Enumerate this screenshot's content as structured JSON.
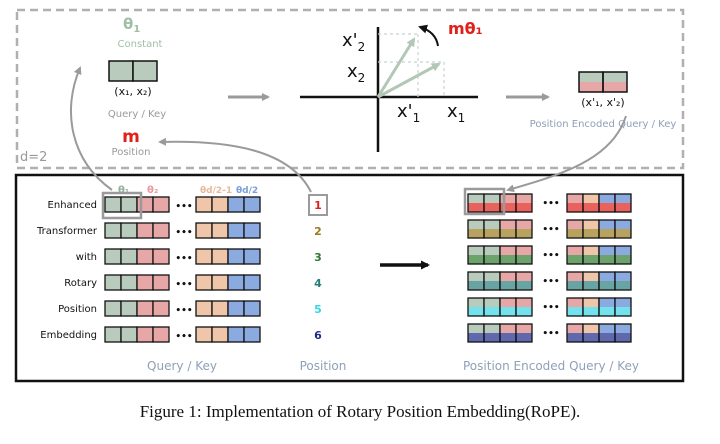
{
  "top_panel": {
    "d_label": "d=2",
    "theta_symbol": "θ",
    "theta_sub": "1",
    "constant_label": "Constant",
    "pair_label": "(x₁, x₂)",
    "query_key_label": "Query / Key",
    "m_symbol": "m",
    "position_label": "Position",
    "rotation_label": "mθ₁",
    "axis_labels": {
      "x1": "x",
      "x1_sub": "1",
      "x2": "x",
      "x2_sub": "2",
      "x1p": "x'",
      "x1p_sub": "1",
      "x2p": "x'",
      "x2p_sub": "2"
    },
    "encoded_pair_label": "(x'₁, x'₂)",
    "encoded_label": "Position Encoded Query / Key"
  },
  "bottom_panel": {
    "tokens": [
      "Enhanced",
      "Transformer",
      "with",
      "Rotary",
      "Position",
      "Embedding"
    ],
    "positions": [
      "1",
      "2",
      "3",
      "4",
      "5",
      "6"
    ],
    "position_colors": [
      "#e0201a",
      "#9a7b1c",
      "#2d7a2d",
      "#2a7d7d",
      "#39d6e6",
      "#1d2a8a"
    ],
    "theta_headers": [
      "θ₁",
      "θ₂",
      "θd/2-1",
      "θd/2"
    ],
    "theta_header_colors": [
      "#8fb09a",
      "#e89a9a",
      "#e8b898",
      "#7aa0d8"
    ],
    "ellipsis": "•••",
    "query_key_label": "Query / Key",
    "position_label": "Position",
    "encoded_label": "Position Encoded Query / Key"
  },
  "colors": {
    "green_block": "#b9cbbd",
    "red_block": "#e8a7a7",
    "peach_block": "#f0c6aa",
    "blue_block": "#8aaae0",
    "muted_green_text": "#9fbfa6",
    "muted_gray_text": "#9a9a9a",
    "blue_gray_text": "#8fa0b8",
    "highlight_red": "#e0201a"
  },
  "caption": "Figure 1: Implementation of Rotary Position Embedding(RoPE)."
}
